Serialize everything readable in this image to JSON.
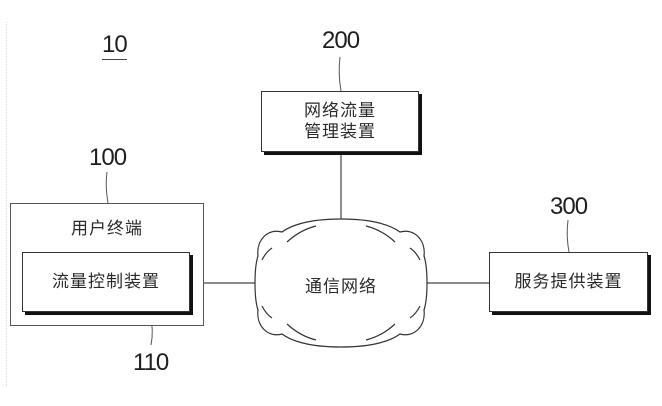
{
  "figure": {
    "system_ref": "10",
    "user_terminal": {
      "ref": "100",
      "label": "用户终端",
      "traffic_control_device": {
        "ref": "110",
        "label": "流量控制装置"
      }
    },
    "network_traffic_manager": {
      "ref": "200",
      "label_line1": "网络流量",
      "label_line2": "管理装置"
    },
    "communication_network": {
      "label": "通信网络"
    },
    "service_provider": {
      "ref": "300",
      "label": "服务提供装置"
    }
  }
}
